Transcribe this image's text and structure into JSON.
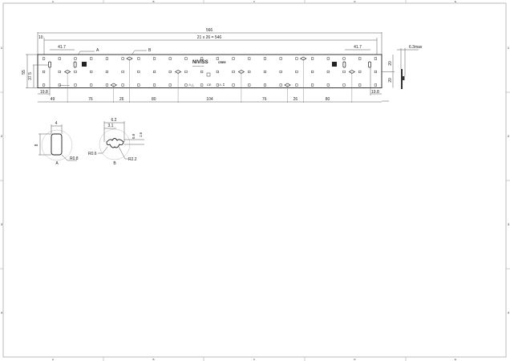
{
  "frame": {
    "columns": [
      "A",
      "B",
      "C",
      "D",
      "E"
    ],
    "rows": [
      "1",
      "2",
      "3",
      "4"
    ]
  },
  "board": {
    "brand": "NIVISS",
    "brand_sub": "www.niviss.com",
    "chip_brand": "CREE",
    "small_label": "xxxxxxxx.xxx"
  },
  "dimensions": {
    "overall_length": "566",
    "pitch": "21 x 26 = 546",
    "edge_offset": "10",
    "oval_spacing_left": "41.7",
    "oval_spacing_right": "41.7",
    "callout_a": "A",
    "callout_b": "B",
    "height": "55",
    "hole_height": "37.5",
    "left_oval_offset": "19.8",
    "right_oval_offset": "19.8",
    "row_spacing_top": "20",
    "row_spacing_bottom": "20",
    "thickness": "6.3max",
    "bottom_segments": [
      "49",
      "76",
      "26",
      "80",
      "104",
      "76",
      "26",
      "80"
    ]
  },
  "details": {
    "a": {
      "label": "A",
      "width": "4",
      "height": "8",
      "radius": "R0.8"
    },
    "b": {
      "label": "B",
      "width": "6.2",
      "inner_width": "3.1",
      "h1": "0.8",
      "h2": "1.6",
      "radius_small": "R0.6",
      "radius_large": "R2.2"
    }
  }
}
